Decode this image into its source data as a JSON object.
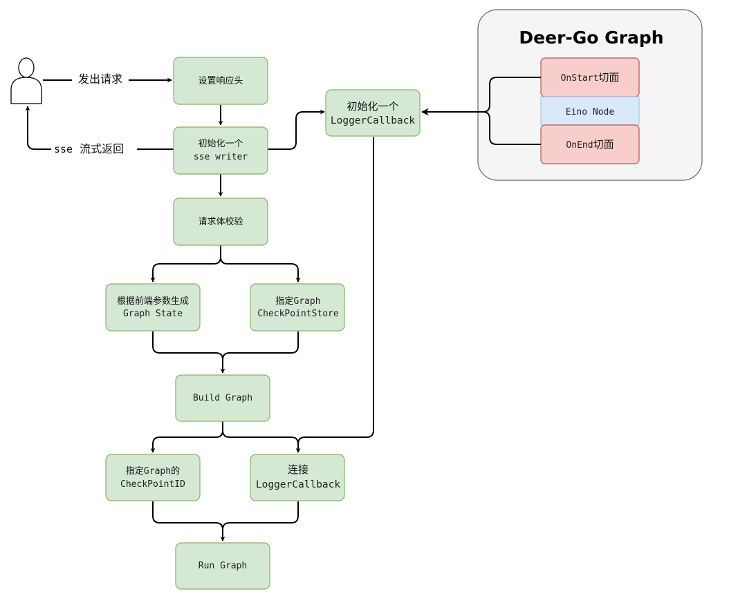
{
  "actor": {
    "request_label": "发出请求",
    "return_label_mono": "sse",
    "return_label_cn": "流式返回"
  },
  "nodes": {
    "set_headers": {
      "line1": "设置响应头"
    },
    "init_sse": {
      "line1": "初始化一个",
      "line2": "sse writer"
    },
    "validate": {
      "line1": "请求体校验"
    },
    "graph_state": {
      "line1": "根据前端参数生成",
      "line2": "Graph State"
    },
    "checkpoint_store": {
      "line1_cn": "指定",
      "line1_mono": "Graph",
      "line2": "CheckPointStore"
    },
    "build_graph": {
      "line1": "Build Graph"
    },
    "checkpoint_id": {
      "line1_cn_a": "指定",
      "line1_mono": "Graph",
      "line1_cn_b": "的",
      "line2": "CheckPointID"
    },
    "connect_logger": {
      "line1": "连接",
      "line2": "LoggerCallback"
    },
    "run_graph": {
      "line1": "Run Graph"
    },
    "init_logger": {
      "line1": "初始化一个",
      "line2": "LoggerCallback"
    }
  },
  "panel": {
    "title": "Deer-Go Graph",
    "on_start_mono": "OnStart",
    "on_start_cn": "切面",
    "eino_node": "Eino Node",
    "on_end_mono": "OnEnd",
    "on_end_cn": "切面"
  },
  "colors": {
    "node_fill": "#d5e8d4",
    "node_stroke": "#82b366",
    "aspect_fill": "#f8cecc",
    "aspect_stroke": "#b85450",
    "eino_fill": "#dae8fc",
    "panel_fill": "#f5f5f5",
    "panel_stroke": "#666666"
  }
}
